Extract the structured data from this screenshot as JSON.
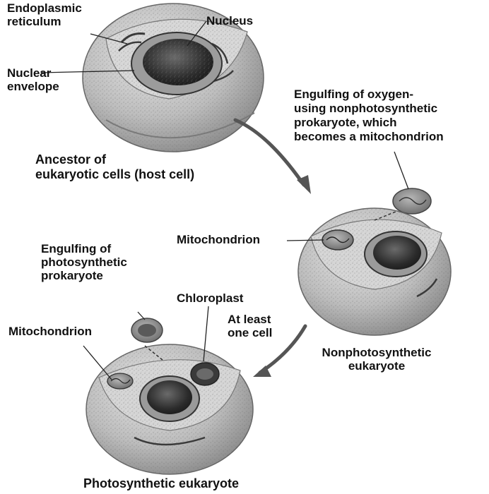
{
  "labels": {
    "endoplasmic_reticulum": [
      "Endoplasmic",
      "reticulum"
    ],
    "nucleus": "Nucleus",
    "nuclear_envelope": [
      "Nuclear",
      "envelope"
    ],
    "ancestor": [
      "Ancestor of",
      "eukaryotic cells (host cell)"
    ],
    "engulf_oxygen": [
      "Engulfing of oxygen-",
      "using nonphotosynthetic",
      "prokaryote, which",
      "becomes a mitochondrion"
    ],
    "mitochondrion_upper": "Mitochondrion",
    "engulf_photo": [
      "Engulfing of",
      "photosynthetic",
      "prokaryote"
    ],
    "chloroplast": "Chloroplast",
    "at_least": [
      "At least",
      "one cell"
    ],
    "mitochondrion_lower": "Mitochondrion",
    "nonphoto_eukaryote": [
      "Nonphotosynthetic",
      "eukaryote"
    ],
    "photo_eukaryote": "Photosynthetic eukaryote"
  },
  "colors": {
    "cell_fill": "#c9c9c9",
    "cell_shadow": "#8f8f8f",
    "nucleus_dark": "#2e2e2e",
    "arrow": "#555555",
    "text": "#111111"
  }
}
